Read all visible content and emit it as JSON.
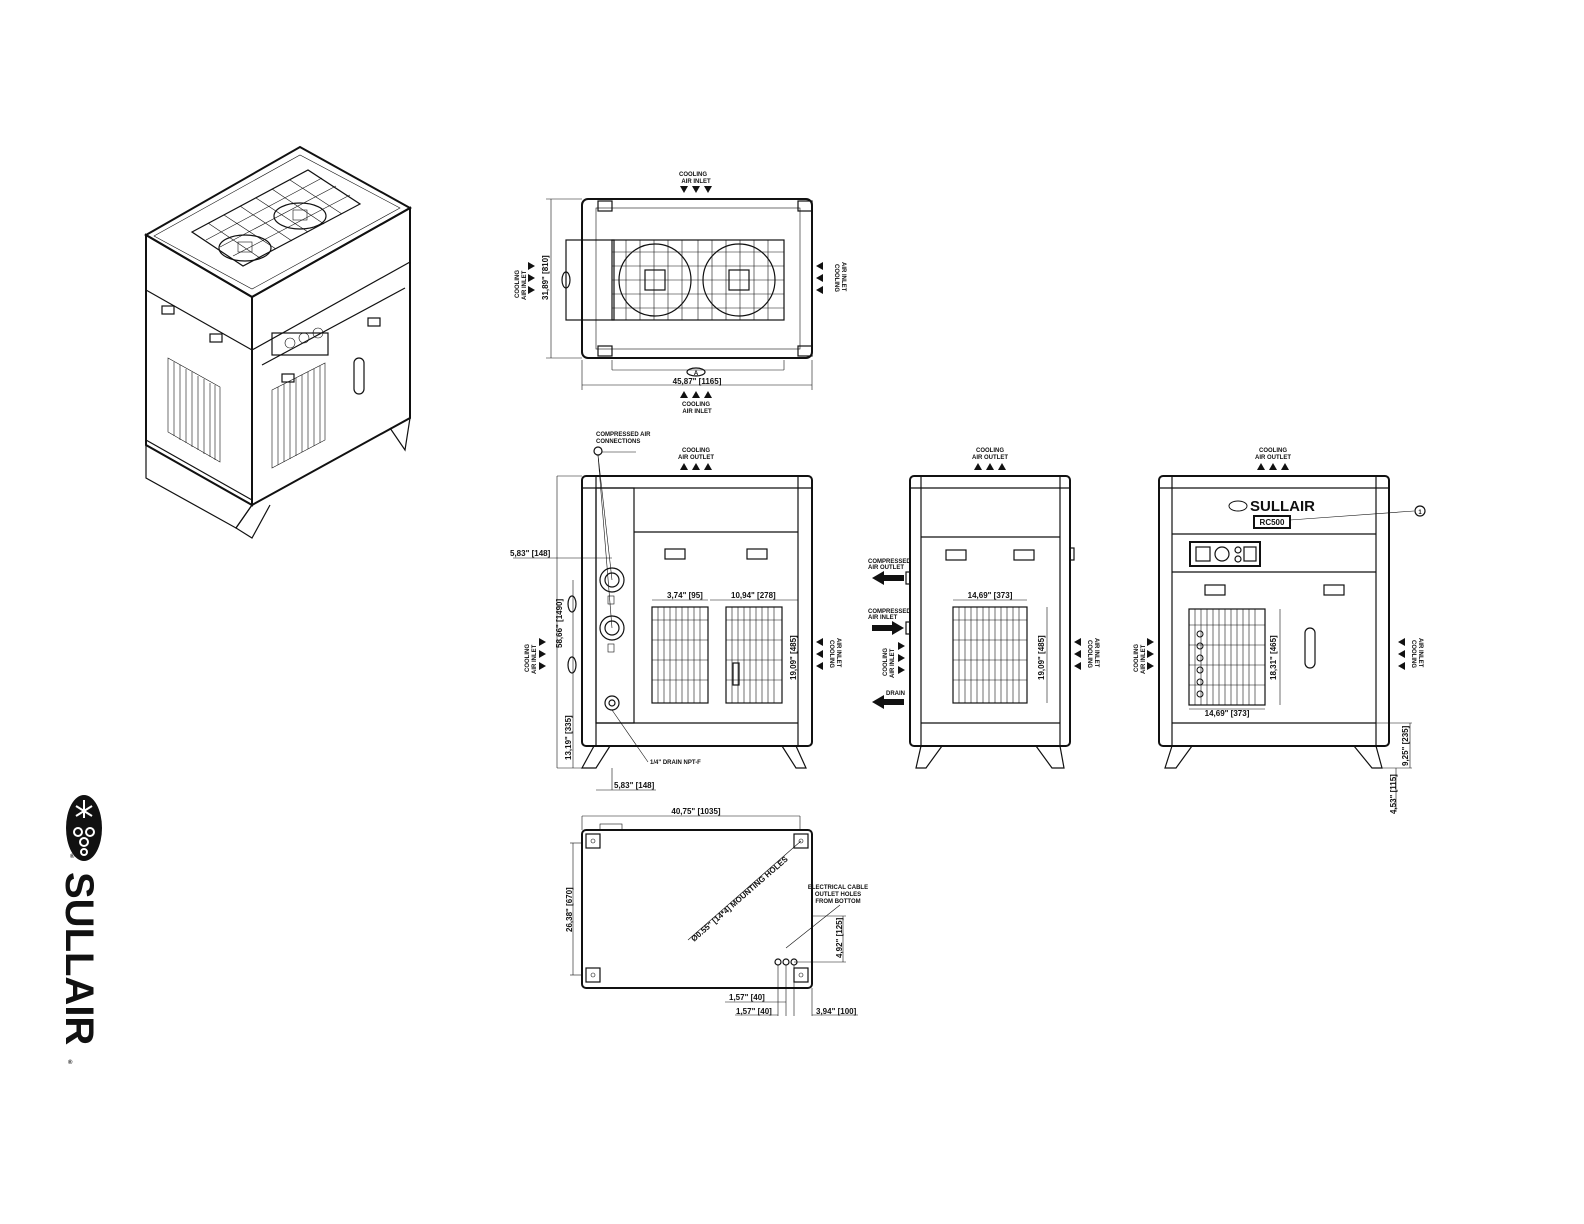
{
  "labels": {
    "cooling": "COOLING",
    "air_inlet": "AIR INLET",
    "air_outlet": "AIR OUTLET",
    "compressed_air_connections_1": "COMPRESSED AIR",
    "compressed_air_connections_2": "CONNECTIONS",
    "compressed_air_outlet_1": "COMPRESSED",
    "compressed_air_outlet_2": "AIR OUTLET",
    "compressed_air_inlet_1": "COMPRESSED",
    "compressed_air_inlet_2": "AIR INLET",
    "drain": "DRAIN",
    "drain_npt": "1/4\" DRAIN NPT-F",
    "mounting_holes": "Ø0.55\" [14*4] MOUNTING HOLES",
    "cable_outlet_1": "ELECTRICAL CABLE",
    "cable_outlet_2": "OUTLET HOLES",
    "cable_outlet_3": "FROM BOTTOM",
    "callout_a": "A",
    "callout_1": "1"
  },
  "dimensions": {
    "width_top": "45,87\" [1165]",
    "depth_top": "31,89\" [810]",
    "conn_upper": "5,83\" [148]",
    "conn_lower": "5,83\" [148]",
    "height": "58,66\" [1490]",
    "drain_height": "13,19\" [335]",
    "grille_left": "3,74\" [95]",
    "grille_right": "10,94\" [278]",
    "grille_height": "19,09\" [485]",
    "side_grille_width": "14,69\" [373]",
    "side_grille_height": "19,09\" [485]",
    "front_grille_width": "14,69\" [373]",
    "front_grille_height": "18,31\" [465]",
    "foot_height": "9,25\" [235]",
    "foot_offset": "4,53\" [115]",
    "base_width": "40,75\" [1035]",
    "base_depth": "26,38\" [670]",
    "hole_offset_1": "1,57\" [40]",
    "hole_offset_2": "1,57\" [40]",
    "hole_offset_3": "3,94\" [100]",
    "hole_height": "4,92\" [125]"
  },
  "branding": {
    "logo_text": "SULLAIR",
    "model": "RC500",
    "registered": "®"
  }
}
